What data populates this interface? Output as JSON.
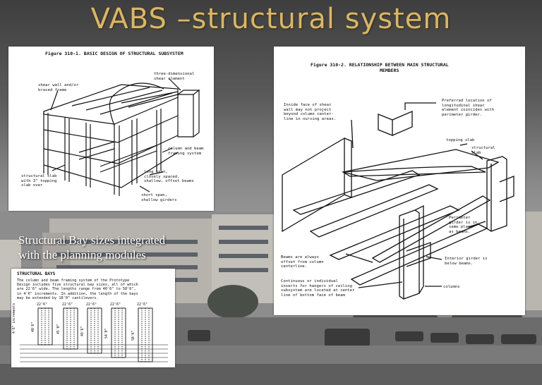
{
  "slide": {
    "title": "VABS –structural system"
  },
  "subheading": {
    "line1": "Structural Bay sizes integrated",
    "line2": "with the planning modules"
  },
  "figure1": {
    "title": "Figure 310-1.   BASIC DESIGN OF STRUCTURAL SUBSYSTEM",
    "labels": {
      "three_d_shear": [
        "three-dimensional",
        "shear element"
      ],
      "shear_wall": [
        "shear wall and/or",
        "braced frame"
      ],
      "column_beam": [
        "column and beam",
        "framing system"
      ],
      "long_span": [
        "long span,",
        "closely spaced,",
        "shallow, offset beams"
      ],
      "structural_slab": [
        "structural slab",
        "with 3\" topping",
        "slab over"
      ],
      "short_span": [
        "short span,",
        "shallow girders"
      ]
    }
  },
  "figure2": {
    "title": [
      "Figure 310-2.      RELATIONSHIP BETWEEN MAIN STRUCTURAL",
      "MEMBERS"
    ],
    "labels": {
      "inside_face": [
        "Inside face of shear",
        "wall may not project",
        "beyond column center-",
        "line in nursing areas."
      ],
      "preferred": [
        "Preferred location of",
        "longitudinal shear",
        "element coincides with",
        "perimeter girder."
      ],
      "topping": [
        "topping slab"
      ],
      "structural_slab": [
        "structural",
        "slab"
      ],
      "perimeter": [
        "Perimeter",
        "girder is in",
        "same plane",
        "as beams."
      ],
      "beams_offset": [
        "Beams are always",
        "offset from column",
        "centerline."
      ],
      "interior": [
        "Interior girder is",
        "below beams."
      ],
      "continuous": [
        "Continuous or individual",
        "inserts for hangers of ceiling",
        "subsystem are located at center",
        "line of bottom face of beam"
      ],
      "columns": [
        "columns"
      ]
    }
  },
  "bays": {
    "heading": "STRUCTURAL BAYS",
    "text": [
      "The column and beam framing system of the Prototype",
      "Design includes five structural bay sizes, all of which",
      "are 22'6\" wide. The lengths range from 40'6\" to 58'6\",",
      "in 4'6\" increments. In addition, the length of the bays",
      "may be extended by 18'0\" cantilevers."
    ],
    "widths": [
      "22'6\"",
      "22'6\"",
      "22'6\"",
      "22'6\"",
      "22'6\""
    ],
    "lengths": [
      "40'6\"",
      "45'0\"",
      "49'6\"",
      "54'0\"",
      "58'6\""
    ],
    "side_label": "4'6\" increments"
  }
}
